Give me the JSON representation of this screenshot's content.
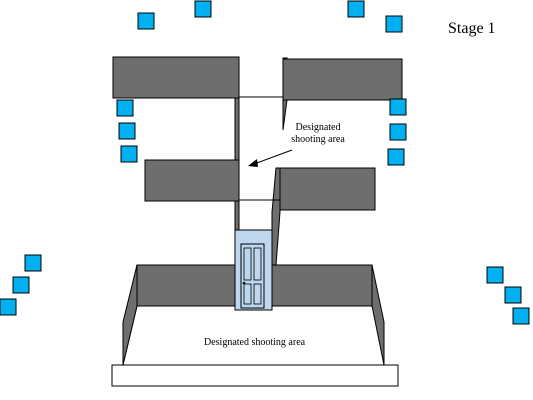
{
  "stage_title": "Stage 1",
  "upper_area_label": "Designated shooting area",
  "lower_area_label": "Designated shooting area",
  "colors": {
    "wall_face": "#6e6e6e",
    "wall_outline": "#000000",
    "target_fill": "#00b0f0",
    "door_fill": "#bdd7ee",
    "door_panel": "#bdd7ee",
    "line": "#000000"
  },
  "icons": {
    "target": "square-target-icon",
    "door": "door-icon",
    "arrow": "arrow-pointer-icon"
  }
}
